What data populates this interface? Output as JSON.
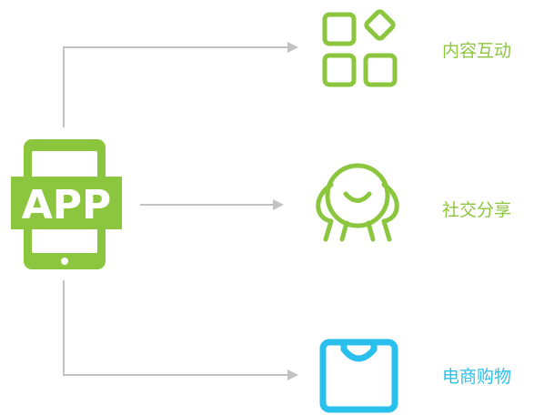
{
  "app": {
    "label": "APP"
  },
  "features": [
    {
      "label": "内容互动",
      "icon": "apps-grid-icon",
      "color": "#8cc63f"
    },
    {
      "label": "社交分享",
      "icon": "people-icon",
      "color": "#8cc63f"
    },
    {
      "label": "电商购物",
      "icon": "shopping-bag-icon",
      "color": "#29c0ed"
    }
  ],
  "colors": {
    "connector": "#c3c3c3",
    "app_green": "#8cc63f"
  }
}
